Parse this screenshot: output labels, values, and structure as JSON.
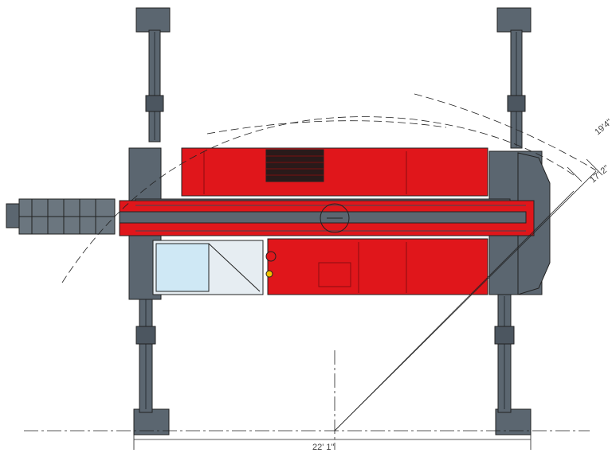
{
  "dimensions": {
    "width_label": "22' 1\"",
    "radius_inner_label": "17' 2\"",
    "radius_outer_label": "19'4\""
  },
  "colors": {
    "body_red": "#e0161b",
    "steel_gray": "#5b6670",
    "steel_dark": "#3f4850",
    "cab_glass": "#cfe8f5",
    "line_dark": "#222222"
  }
}
